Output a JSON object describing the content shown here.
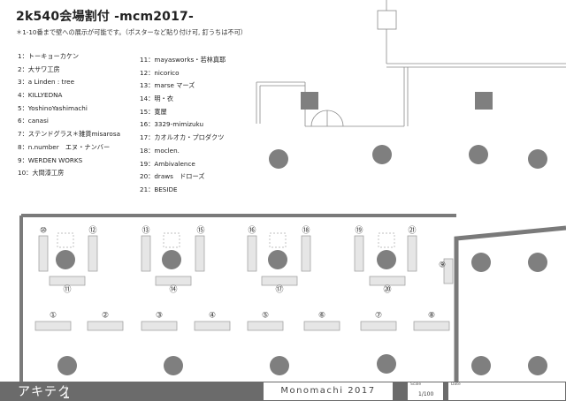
{
  "header": {
    "title": "2k540会場割付 -mcm2017-",
    "note": "＊1-10番まで壁への展示が可能です。（ポスターなど貼り付け可, 釘うちは不可）"
  },
  "exhibitors_left": [
    "1：トーキョーカケン",
    "2：大サワ工房",
    "3：a Linden : tree",
    "4：KILLYEDNA",
    "5：YoshinoYashimachi",
    "6：canasi",
    "7：ステンドグラス＊雑貨misarosa",
    "8：n.number　エヌ・ナンバー",
    "9：WERDEN WORKS",
    "10：大間漆工房"
  ],
  "exhibitors_right": [
    "11：mayasworks・若林真耶",
    "12：nicorico",
    "13：marse マーズ",
    "14：明・衣",
    "15：寛屋",
    "16：3329-mimizuku",
    "17：カオルオカ・プロダクツ",
    "18：moclen.",
    "19：Ambivalence",
    "20：draws　ドローズ",
    "21：BESIDE"
  ],
  "booth_markers": {
    "top_row": [
      "⑩",
      "⑫",
      "⑬",
      "⑮",
      "⑯",
      "⑱",
      "⑲",
      "㉑"
    ],
    "mid_row": [
      "⑪",
      "⑭",
      "⑰",
      "⑳"
    ],
    "side": "⑨",
    "bottom_row": [
      "①",
      "②",
      "③",
      "④",
      "⑤",
      "⑥",
      "⑦",
      "⑧"
    ]
  },
  "footer": {
    "brand": "アキテク",
    "event": "Monomachi 2017",
    "scale_label": "Scale",
    "scale_value": "1/100",
    "date_label": "Date"
  },
  "colors": {
    "wall": "#7a7a7a",
    "pillar": "#7f7f7f",
    "table_fill": "#e6e6e6",
    "table_stroke": "#999999",
    "footer_bg": "#6b6b6b"
  }
}
